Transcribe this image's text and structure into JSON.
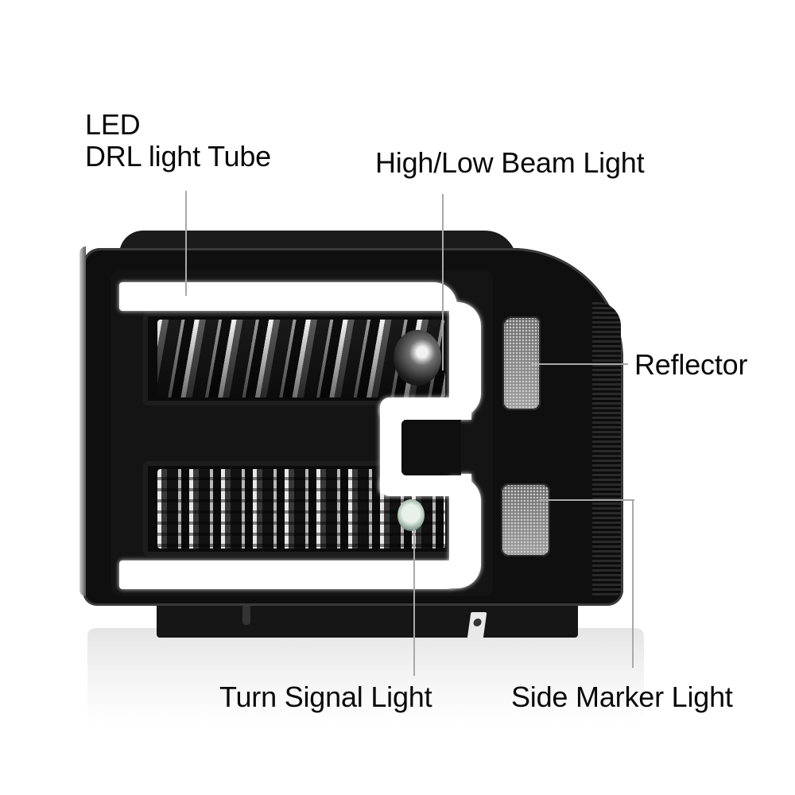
{
  "product": {
    "subject": "headlight assembly, black housing with LED DRL light tube"
  },
  "callouts": [
    {
      "id": "drl",
      "lines": [
        "LED",
        "DRL light Tube"
      ]
    },
    {
      "id": "high-low-beam",
      "text": "High/Low Beam Light"
    },
    {
      "id": "reflector",
      "text": "Reflector"
    },
    {
      "id": "turn-signal",
      "text": "Turn Signal Light"
    },
    {
      "id": "side-marker",
      "text": "Side Marker Light"
    }
  ],
  "colors": {
    "background": "#ffffff",
    "label_text": "#0a0a0a",
    "leader_line": "#a9a9a9",
    "housing": "#0f0f0f",
    "drl_tube": "#ffffff"
  }
}
